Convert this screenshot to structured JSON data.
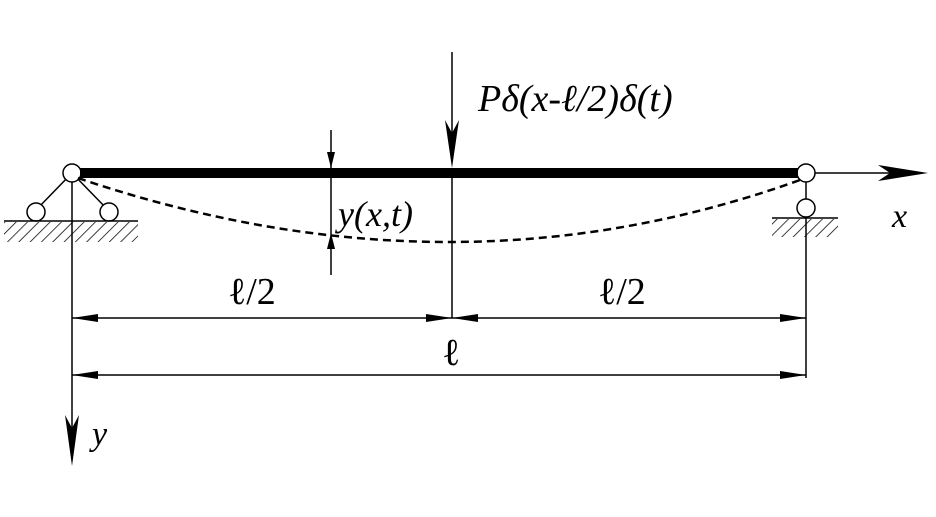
{
  "load": {
    "label": "Pδ(x-ℓ/2)δ(t)"
  },
  "deflection": {
    "label": "y(x,t)"
  },
  "axes": {
    "x_label": "x",
    "y_label": "y"
  },
  "dimensions": {
    "left_half": "ℓ/2",
    "right_half": "ℓ/2",
    "span": "ℓ"
  },
  "colors": {
    "ink": "#000000",
    "background": "#ffffff"
  }
}
